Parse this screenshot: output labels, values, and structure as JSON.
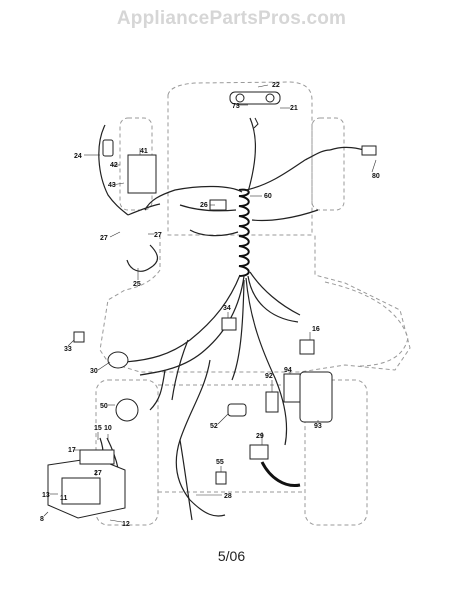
{
  "watermark": "AppliancePartsPros.com",
  "footer": "5/06",
  "parts": [
    {
      "id": "p22",
      "label": "22"
    },
    {
      "id": "p73",
      "label": "73"
    },
    {
      "id": "p21",
      "label": "21"
    },
    {
      "id": "p80",
      "label": "80"
    },
    {
      "id": "p60",
      "label": "60"
    },
    {
      "id": "p24",
      "label": "24"
    },
    {
      "id": "p42",
      "label": "42"
    },
    {
      "id": "p41",
      "label": "41"
    },
    {
      "id": "p43",
      "label": "43"
    },
    {
      "id": "p26",
      "label": "26"
    },
    {
      "id": "p27a",
      "label": "27"
    },
    {
      "id": "p27b",
      "label": "27"
    },
    {
      "id": "p25",
      "label": "25"
    },
    {
      "id": "p34",
      "label": "34"
    },
    {
      "id": "p16",
      "label": "16"
    },
    {
      "id": "p33",
      "label": "33"
    },
    {
      "id": "p30",
      "label": "30"
    },
    {
      "id": "p92",
      "label": "92"
    },
    {
      "id": "p94",
      "label": "94"
    },
    {
      "id": "p93",
      "label": "93"
    },
    {
      "id": "p50",
      "label": "50"
    },
    {
      "id": "p52",
      "label": "52"
    },
    {
      "id": "p29",
      "label": "29"
    },
    {
      "id": "p55",
      "label": "55"
    },
    {
      "id": "p28",
      "label": "28"
    },
    {
      "id": "p17",
      "label": "17"
    },
    {
      "id": "p15",
      "label": "15"
    },
    {
      "id": "p10",
      "label": "10"
    },
    {
      "id": "p27c",
      "label": "27"
    },
    {
      "id": "p13",
      "label": "13"
    },
    {
      "id": "p12",
      "label": "12"
    },
    {
      "id": "p8",
      "label": "8"
    },
    {
      "id": "p11",
      "label": "11"
    }
  ]
}
